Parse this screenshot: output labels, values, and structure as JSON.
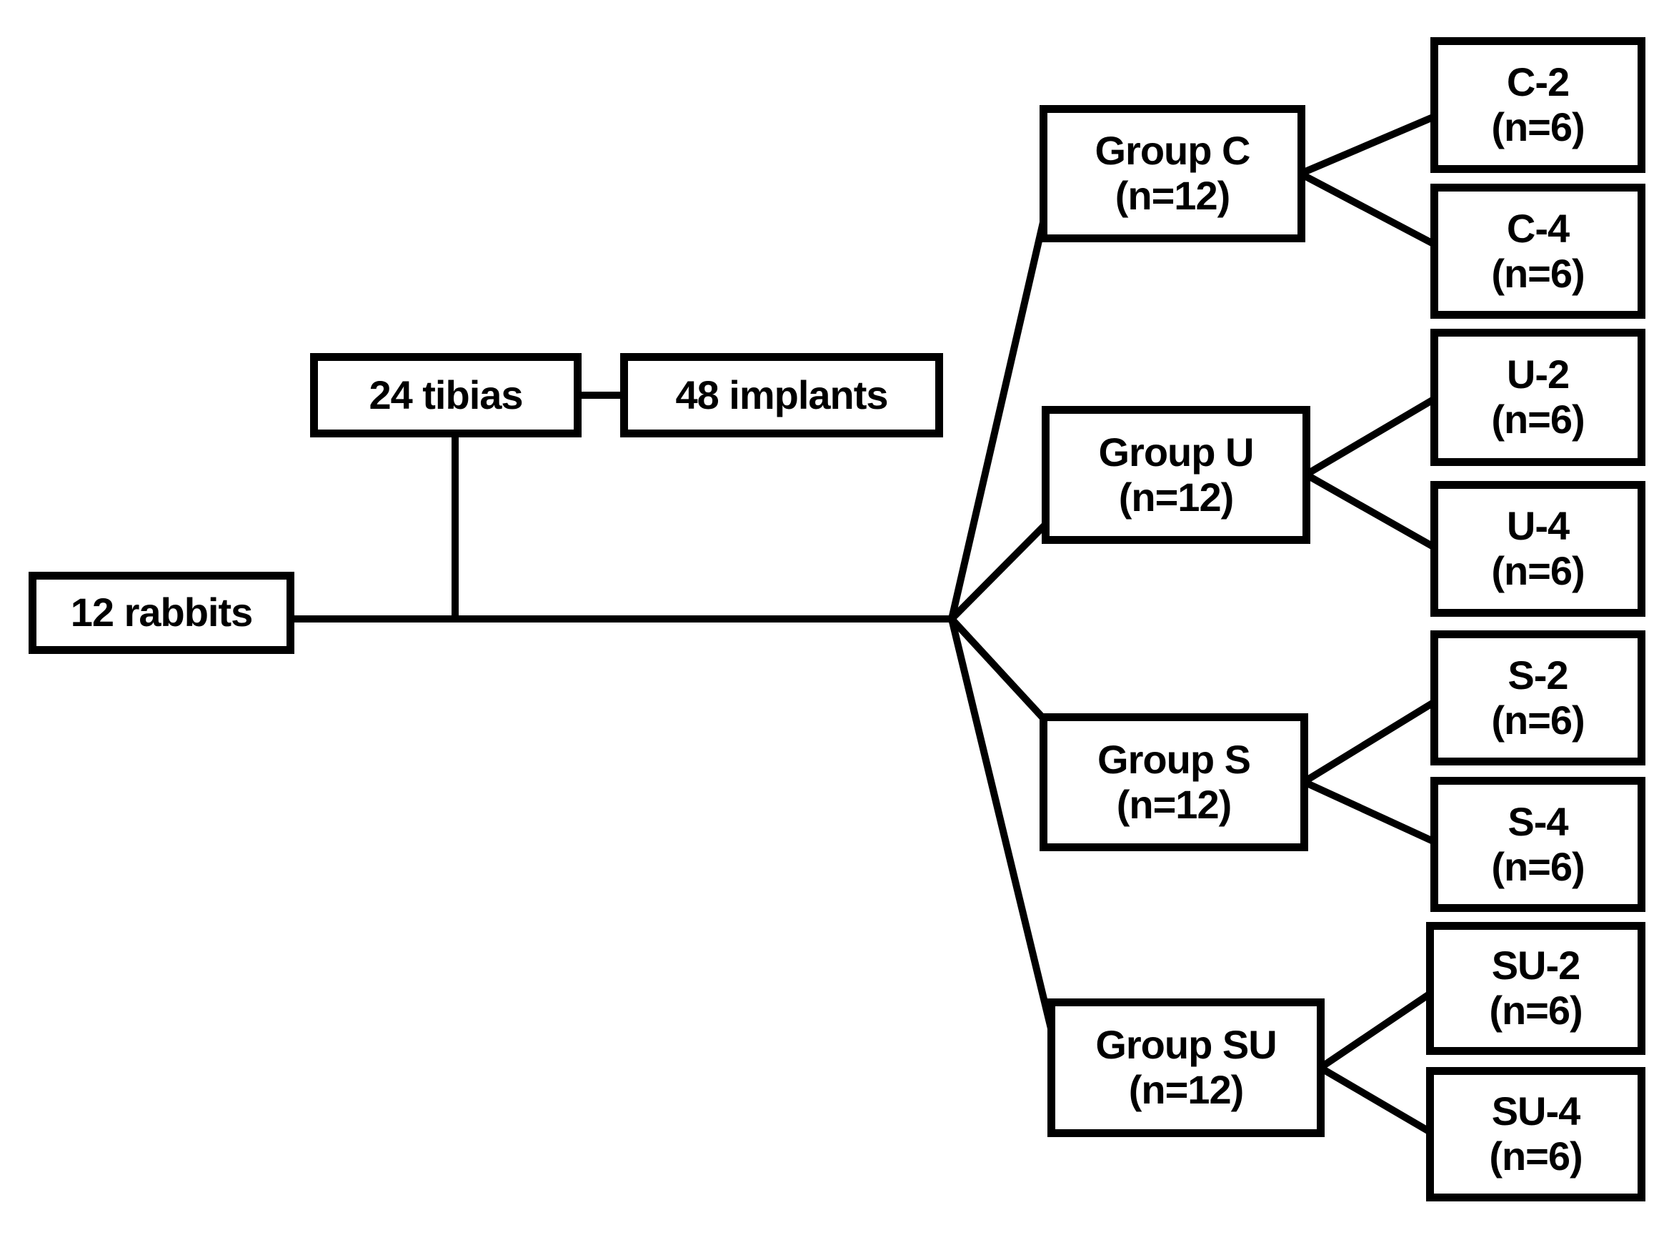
{
  "diagram": {
    "colors": {
      "background": "#ffffff",
      "line": "#000000",
      "box_fill": "#ffffff",
      "box_border": "#000000",
      "text": "#000000"
    },
    "rabbits": {
      "label": "12 rabbits"
    },
    "tibias": {
      "label": "24 tibias"
    },
    "implants": {
      "label": "48 implants"
    },
    "groups": [
      {
        "label": "Group C",
        "n": "(n=12)",
        "children": [
          {
            "label": "C-2",
            "n": "(n=6)"
          },
          {
            "label": "C-4",
            "n": "(n=6)"
          }
        ]
      },
      {
        "label": "Group U",
        "n": "(n=12)",
        "children": [
          {
            "label": "U-2",
            "n": "(n=6)"
          },
          {
            "label": "U-4",
            "n": "(n=6)"
          }
        ]
      },
      {
        "label": "Group S",
        "n": "(n=12)",
        "children": [
          {
            "label": "S-2",
            "n": "(n=6)"
          },
          {
            "label": "S-4",
            "n": "(n=6)"
          }
        ]
      },
      {
        "label": "Group SU",
        "n": "(n=12)",
        "children": [
          {
            "label": "SU-2",
            "n": "(n=6)"
          },
          {
            "label": "SU-4",
            "n": "(n=6)"
          }
        ]
      }
    ]
  }
}
